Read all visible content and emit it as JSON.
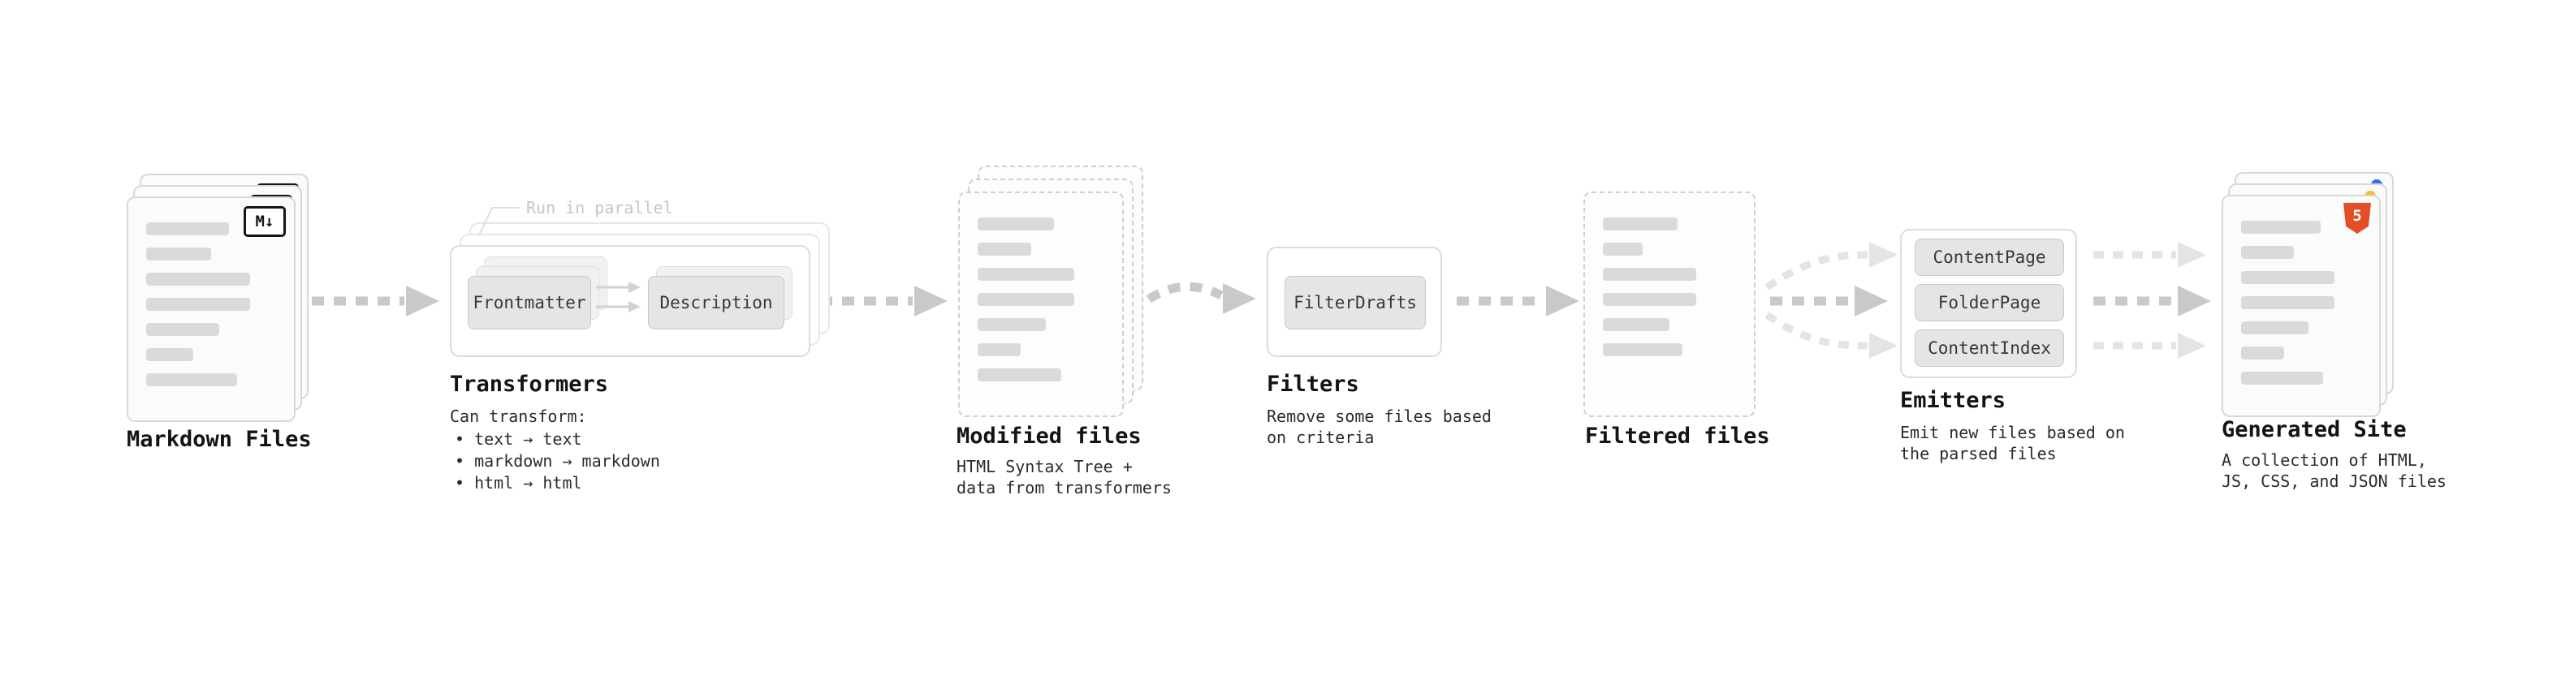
{
  "nodes": {
    "markdown_files": {
      "label": "Markdown Files",
      "badge": "M↓"
    },
    "transformers": {
      "label": "Transformers",
      "annotation": "Run in parallel",
      "buttons": [
        "Frontmatter",
        "Description"
      ],
      "can_transform": "Can transform:",
      "bullets": [
        "• text → text",
        "• markdown → markdown",
        "• html → html"
      ]
    },
    "modified_files": {
      "label": "Modified files",
      "sublines": [
        "HTML Syntax Tree +",
        "data from transformers"
      ]
    },
    "filters": {
      "label": "Filters",
      "buttons": [
        "FilterDrafts"
      ],
      "sublines": [
        "Remove some files based",
        "on criteria"
      ]
    },
    "filtered_files": {
      "label": "Filtered files"
    },
    "emitters": {
      "label": "Emitters",
      "buttons": [
        "ContentPage",
        "FolderPage",
        "ContentIndex"
      ],
      "sublines": [
        "Emit new files based on",
        "the parsed files"
      ]
    },
    "generated_site": {
      "label": "Generated Site",
      "badge": "5",
      "sublines": [
        "A collection of HTML,",
        "JS, CSS, and JSON files"
      ]
    }
  },
  "colors": {
    "arrow": "#c9c9c9",
    "arrow_light": "#e4e4e4",
    "card_border": "#d8d8d8",
    "placeholder_bar": "#dadada",
    "button_fill": "#e5e5e5",
    "html5_orange": "#e44d26",
    "dot_blue": "#3b6fe0",
    "dot_yellow": "#f2c230"
  }
}
